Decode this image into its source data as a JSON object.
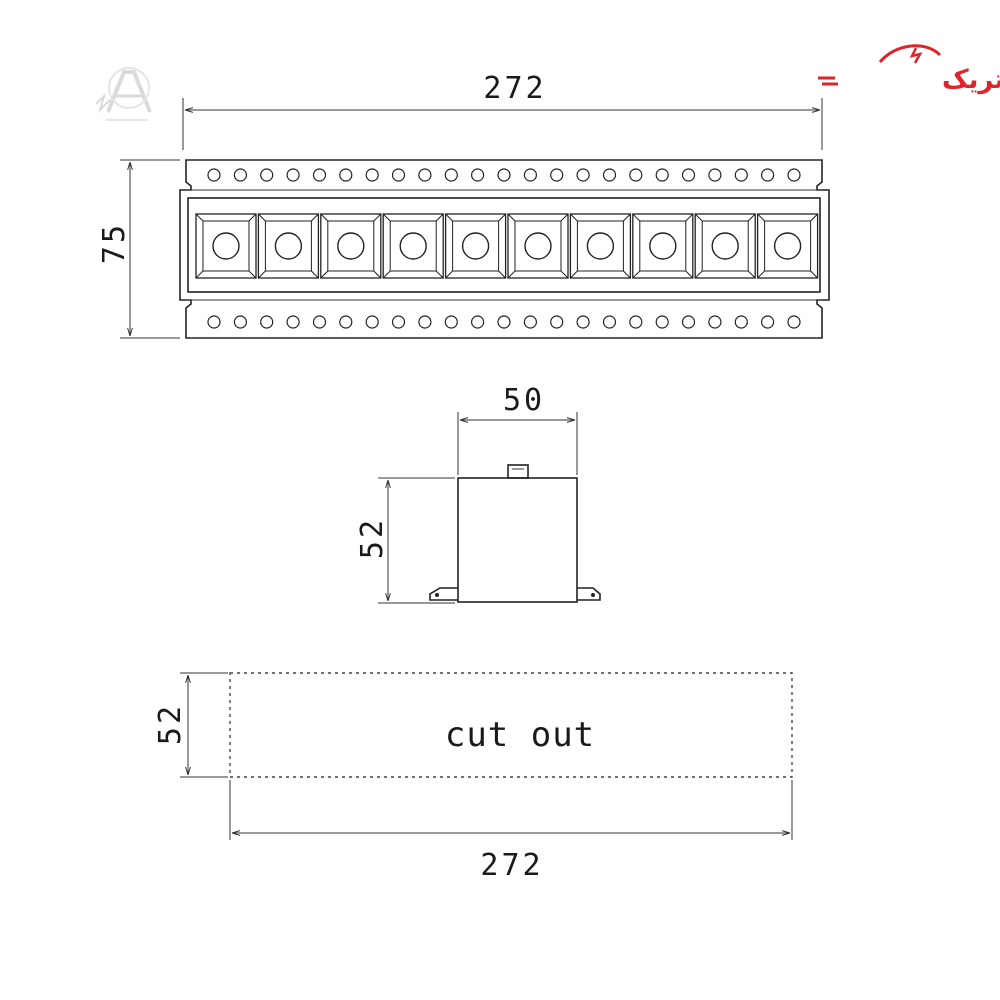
{
  "brand": {
    "text": "آتاالکتریک",
    "color": "#e0242a"
  },
  "top_view": {
    "width_label": "272",
    "height_label": "75",
    "led_count": 10,
    "hole_count_per_row": 23
  },
  "side_view": {
    "width_label": "50",
    "height_label": "52"
  },
  "cutout": {
    "label": "cut out",
    "height_label": "52",
    "width_label": "272"
  },
  "colors": {
    "line": "#222222",
    "accent": "#e0242a",
    "watermark": "#c9c9c9"
  }
}
